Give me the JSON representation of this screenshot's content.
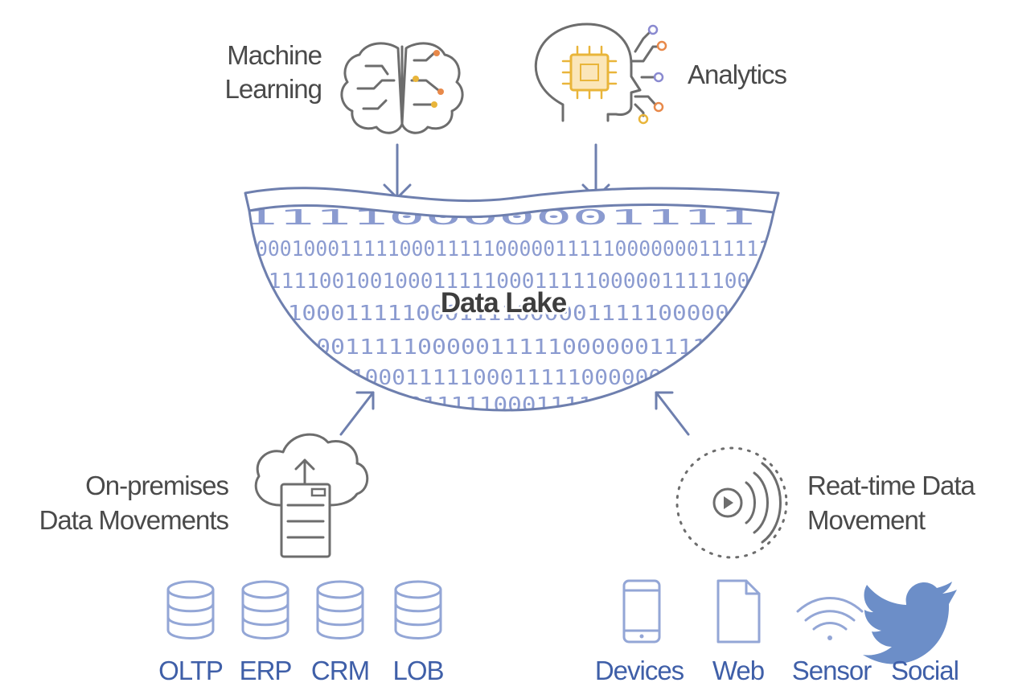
{
  "top": {
    "machine_learning": {
      "line1": "Machine",
      "line2": "Learning"
    },
    "analytics": "Analytics"
  },
  "lake": {
    "title": "Data Lake",
    "binary_rows": [
      "11110000001111",
      "0001000111110001111100000111110000000111111",
      "0111100100100011111000111110000011111000",
      "01000111110001111000001111100000011",
      "000111110000011111000000111111",
      "0100011111000111110000001",
      "00111110001111100"
    ]
  },
  "inputs": {
    "on_premises": {
      "line1": "On-premises",
      "line2": "Data Movements"
    },
    "real_time": {
      "line1": "Reat-time Data",
      "line2": "Movement"
    }
  },
  "sources_left": [
    "OLTP",
    "ERP",
    "CRM",
    "LOB"
  ],
  "sources_right": [
    "Devices",
    "Web",
    "Sensor",
    "Social"
  ],
  "colors": {
    "accent_blue": "#3f5fa8",
    "icon_blue": "#93a6d6",
    "icon_grey": "#6d6d6d",
    "orange": "#e8894a",
    "yellow": "#e9b53a",
    "purple": "#8a8ad0"
  }
}
